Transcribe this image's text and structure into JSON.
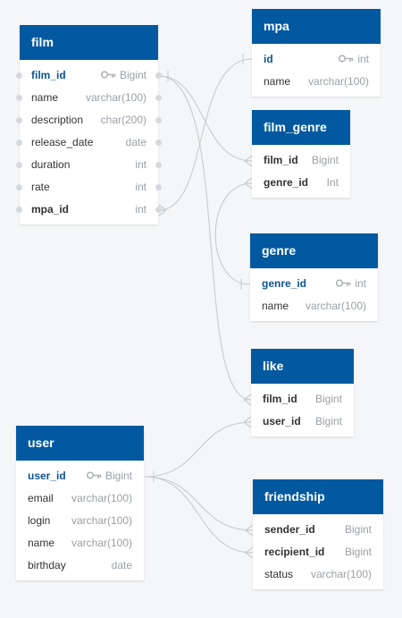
{
  "diagram": {
    "colors": {
      "header": "#0359a0",
      "line": "#c8cbcf",
      "primary_key": "#0e5495"
    },
    "tables": [
      {
        "id": "film",
        "title": "film",
        "columns": [
          {
            "name": "film_id",
            "type": "Bigint",
            "pk": true
          },
          {
            "name": "name",
            "type": "varchar(100)"
          },
          {
            "name": "description",
            "type": "char(200)"
          },
          {
            "name": "release_date",
            "type": "date"
          },
          {
            "name": "duration",
            "type": "int"
          },
          {
            "name": "rate",
            "type": "int"
          },
          {
            "name": "mpa_id",
            "type": "int",
            "fk": true
          }
        ]
      },
      {
        "id": "mpa",
        "title": "mpa",
        "columns": [
          {
            "name": "id",
            "type": "int",
            "pk": true
          },
          {
            "name": "name",
            "type": "varchar(100)"
          }
        ]
      },
      {
        "id": "film_genre",
        "title": "film_genre",
        "columns": [
          {
            "name": "film_id",
            "type": "Bigint",
            "fk": true
          },
          {
            "name": "genre_id",
            "type": "Int",
            "fk": true
          }
        ]
      },
      {
        "id": "genre",
        "title": "genre",
        "columns": [
          {
            "name": "genre_id",
            "type": "int",
            "pk": true
          },
          {
            "name": "name",
            "type": "varchar(100)"
          }
        ]
      },
      {
        "id": "like",
        "title": "like",
        "columns": [
          {
            "name": "film_id",
            "type": "Bigint",
            "fk": true
          },
          {
            "name": "user_id",
            "type": "Bigint",
            "fk": true
          }
        ]
      },
      {
        "id": "user",
        "title": "user",
        "columns": [
          {
            "name": "user_id",
            "type": "Bigint",
            "pk": true
          },
          {
            "name": "email",
            "type": "varchar(100)"
          },
          {
            "name": "login",
            "type": "varchar(100)"
          },
          {
            "name": "name",
            "type": "varchar(100)"
          },
          {
            "name": "birthday",
            "type": "date"
          }
        ]
      },
      {
        "id": "friendship",
        "title": "friendship",
        "columns": [
          {
            "name": "sender_id",
            "type": "Bigint",
            "fk": true
          },
          {
            "name": "recipient_id",
            "type": "Bigint",
            "fk": true
          },
          {
            "name": "status",
            "type": "varchar(100)"
          }
        ]
      }
    ],
    "relationships": [
      {
        "from": "film.mpa_id",
        "to": "mpa.id"
      },
      {
        "from": "film_genre.film_id",
        "to": "film.film_id"
      },
      {
        "from": "like.film_id",
        "to": "film.film_id"
      },
      {
        "from": "film_genre.genre_id",
        "to": "genre.genre_id"
      },
      {
        "from": "like.user_id",
        "to": "user.user_id"
      },
      {
        "from": "friendship.sender_id",
        "to": "user.user_id"
      },
      {
        "from": "friendship.recipient_id",
        "to": "user.user_id"
      }
    ]
  }
}
